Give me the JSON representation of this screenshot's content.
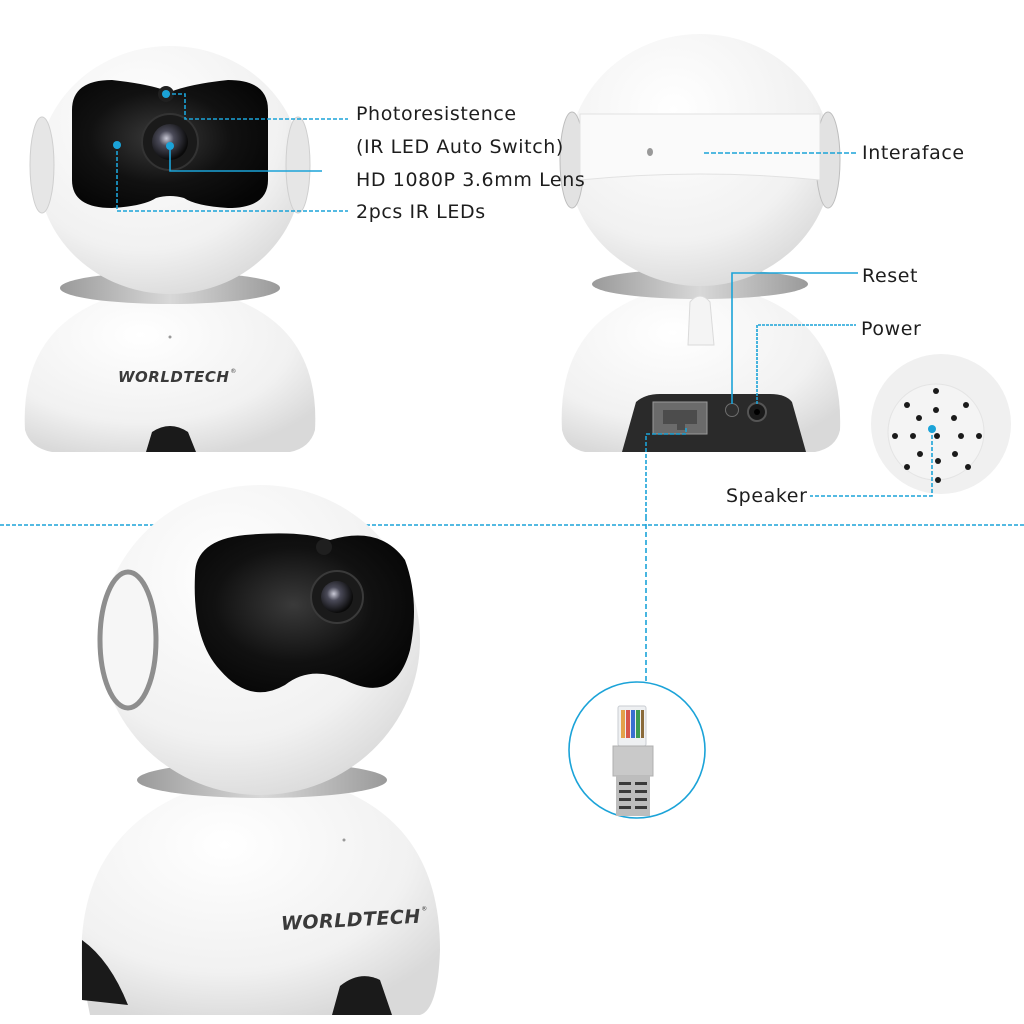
{
  "brand": {
    "logo_text": "WORLDTECH",
    "registered_mark": "®"
  },
  "front_view": {
    "callouts": [
      {
        "label": "Photoresistence",
        "target": "photoresistor"
      },
      {
        "label": "(IR LED Auto Switch)",
        "target": "photoresistor"
      },
      {
        "label": "HD 1080P 3.6mm Lens",
        "target": "lens"
      },
      {
        "label": "2pcs IR LEDs",
        "target": "ir-leds"
      }
    ]
  },
  "back_view": {
    "callouts": [
      {
        "label": "Interaface",
        "target": "interface-slot"
      },
      {
        "label": "Reset",
        "target": "reset-button"
      },
      {
        "label": "Power",
        "target": "power-jack"
      }
    ]
  },
  "speaker_detail": {
    "label": "Speaker",
    "hole_count": 17
  },
  "network_port_detail": {
    "icon": "rj45-connector-icon"
  },
  "colors": {
    "callout_line": "#1ba3d8",
    "callout_dot": "#1ba3d8",
    "camera_body": "#f4f4f4",
    "camera_face": "#0e0e0e",
    "text": "#1d1d1d"
  }
}
